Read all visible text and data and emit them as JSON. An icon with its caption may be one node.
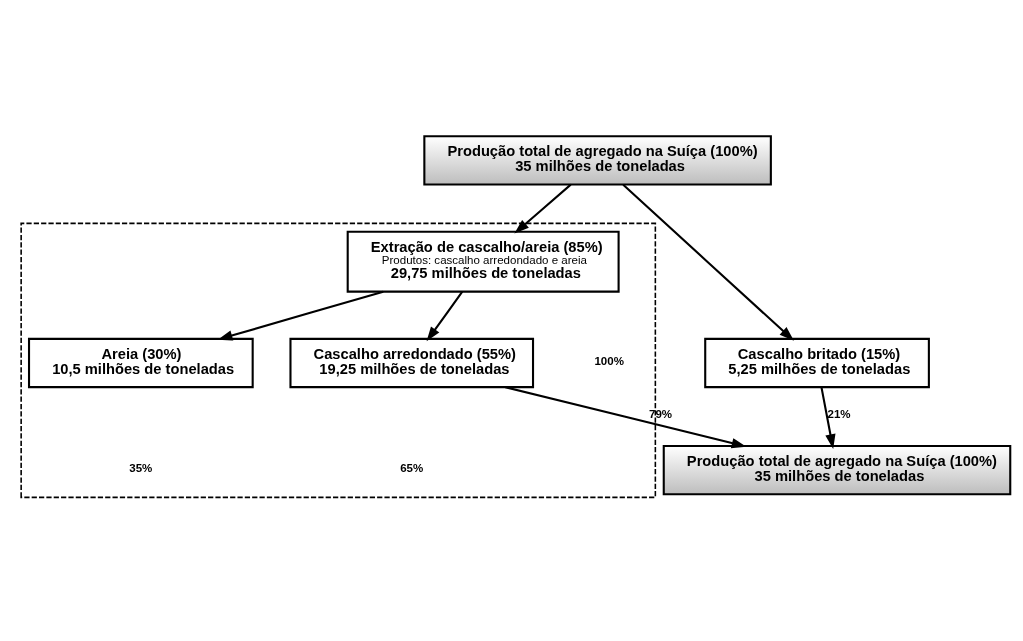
{
  "diagram": {
    "nodes": [
      {
        "text": [
          "Produção total de agregado na Suíça (100%)",
          "35 milhões de toneladas"
        ]
      },
      {
        "text": [
          "Cascalho britado (15%)",
          "5,25 milhões de toneladas"
        ]
      },
      {
        "text": [],
        "shape": "box"
      },
      {
        "text": [
          "Extração de cascalho/areia (85%)",
          "Produtos: cascalho arredondado e areia",
          "29,75 milhões de toneladas"
        ],
        "in": 2
      },
      {
        "text": [
          "Areia (30%)",
          "10,5 milhões de toneladas"
        ],
        "in": 2
      },
      {
        "text": [
          "Cascalho arredondado (55%)",
          "19,25 milhões de toneladas"
        ],
        "in": 2
      },
      {
        "text": [
          "Produção total de agregado na Suíça (100%)",
          "35 milhões de toneladas"
        ]
      }
    ],
    "edges": [
      {
        "from": 0,
        "to": 1,
        "arrow": "to"
      },
      {
        "from": 0,
        "to": 3,
        "arrow": "to"
      },
      {
        "from": 3,
        "to": 4,
        "arrow": "to"
      },
      {
        "from": 3,
        "to": 5,
        "arrow": "to"
      },
      {
        "from": 1,
        "to": 6,
        "arrow": "to",
        "label": "21%"
      },
      {
        "from": 5,
        "to": 6,
        "arrow": "to",
        "label": "79%"
      }
    ],
    "labels": [
      "100%",
      "35%",
      "65%"
    ]
  }
}
